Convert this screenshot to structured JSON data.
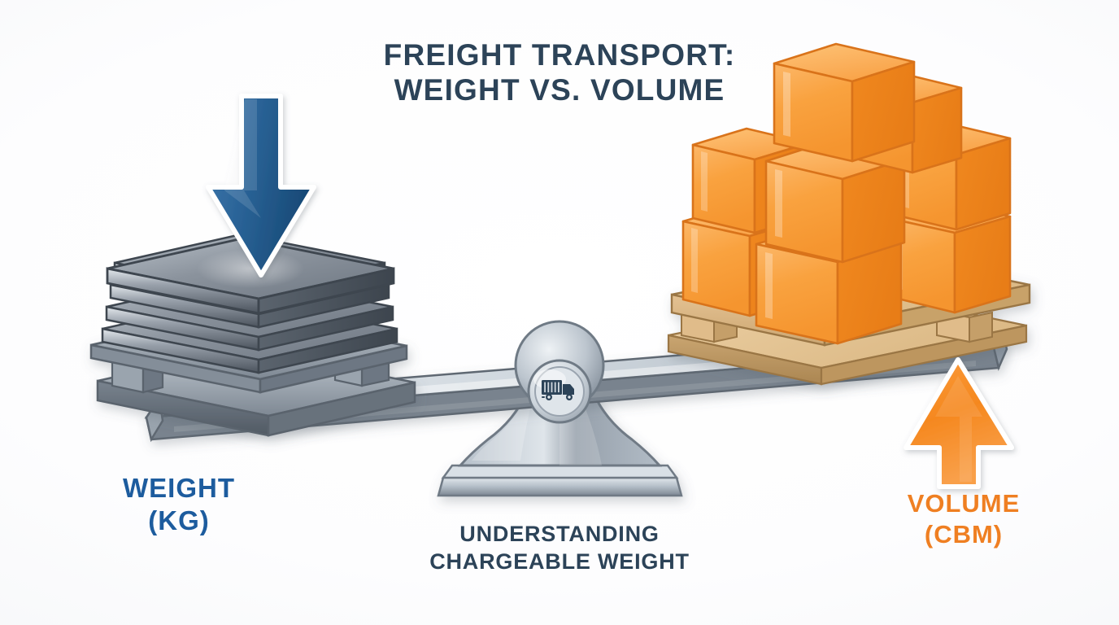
{
  "page": {
    "kind": "infographic",
    "background_color": "#ffffff"
  },
  "title": {
    "line1": "FREIGHT TRANSPORT:",
    "line2": "WEIGHT VS. VOLUME",
    "color": "#2c4358"
  },
  "subtitle": {
    "line1": "UNDERSTANDING",
    "line2": "CHARGEABLE WEIGHT",
    "color": "#2c4358"
  },
  "left_side": {
    "label_line1": "WEIGHT",
    "label_line2": "(KG)",
    "color": "#1d5c9e",
    "arrow_direction": "down",
    "arrow_color": "#225b92",
    "cargo": "stack of steel plates on metal pallet",
    "plate_count": 5
  },
  "right_side": {
    "label_line1": "VOLUME",
    "label_line2": "(CBM)",
    "color": "#ef7f22",
    "arrow_direction": "up",
    "arrow_color": "#f5881f",
    "cargo": "pyramid of cardboard boxes on wooden pallet",
    "box_count": 9
  },
  "fulcrum": {
    "icon": "truck-icon",
    "icon_color": "#2c4358",
    "material": "brushed metal"
  },
  "colors": {
    "navy": "#2c4358",
    "blue": "#1d5c9e",
    "orange": "#ef7f22",
    "box_light": "#fcb862",
    "box_mid": "#f99f3b",
    "box_dark": "#ef8a2a",
    "metal_light": "#c9d1d8",
    "metal_mid": "#8a929c",
    "metal_dark": "#4a525c",
    "wood_light": "#e5c18f",
    "wood_mid": "#d8ab70",
    "wood_dark": "#b88a50"
  }
}
